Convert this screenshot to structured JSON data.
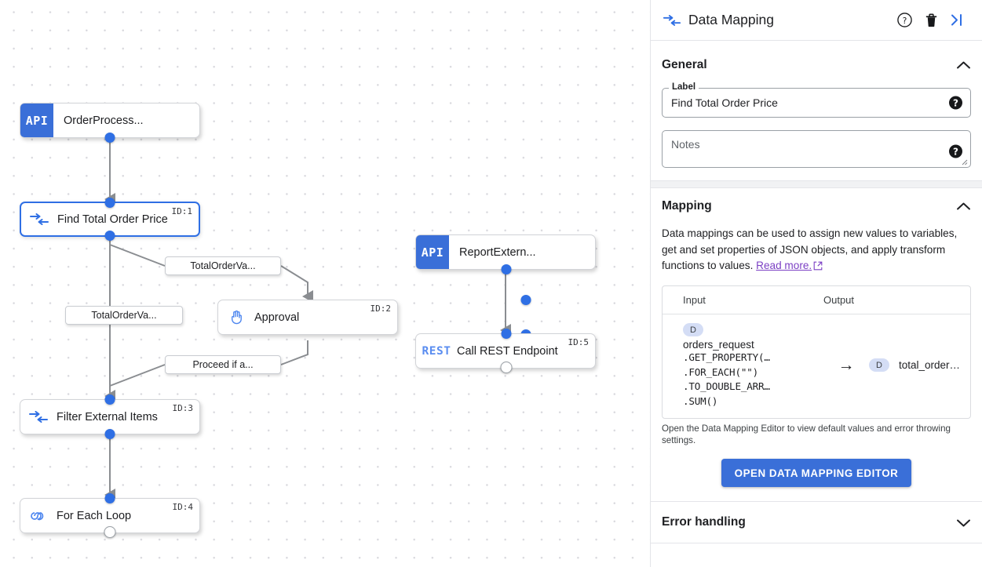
{
  "panel": {
    "icon": "data-mapping-icon",
    "title": "Data Mapping",
    "actions": [
      {
        "name": "help-icon",
        "label": "?"
      },
      {
        "name": "delete-icon",
        "label": "Delete"
      },
      {
        "name": "collapse-panel-icon",
        "label": "Collapse"
      }
    ],
    "general": {
      "title": "General",
      "collapse_state": "expanded",
      "label_field": {
        "legend": "Label",
        "value": "Find Total Order Price",
        "help": "?"
      },
      "notes_field": {
        "placeholder": "Notes",
        "value": "",
        "help": "?"
      }
    },
    "mapping": {
      "title": "Mapping",
      "collapse_state": "expanded",
      "description_part1": "Data mappings can be used to assign new values to variables, get and set properties of JSON objects, and apply transform functions to values. ",
      "read_more": "Read more.",
      "table": {
        "headers": [
          "Input",
          "Output"
        ],
        "rows": [
          {
            "input_chip": "D",
            "input_name": "orders_request",
            "input_expression": [
              ".GET_PROPERTY(…",
              ".FOR_EACH(\"\")",
              ".TO_DOUBLE_ARR…",
              ".SUM()"
            ],
            "arrow": "→",
            "output_chip": "D",
            "output_name": "total_order…"
          }
        ]
      },
      "footnote": "Open the Data Mapping Editor to view default values and error throwing settings.",
      "button": "OPEN DATA MAPPING EDITOR"
    },
    "error_handling": {
      "title": "Error handling",
      "collapse_state": "collapsed"
    }
  },
  "canvas": {
    "nodes": [
      {
        "name": "node-order-process",
        "badge": "API",
        "title": "OrderProcess...",
        "id_tag": ""
      },
      {
        "name": "node-find-total-order-price",
        "badge": "",
        "title": "Find Total Order Price",
        "id_tag": "ID:1",
        "selected": true
      },
      {
        "name": "node-approval",
        "badge": "",
        "title": "Approval",
        "id_tag": "ID:2"
      },
      {
        "name": "node-filter-external-items",
        "badge": "",
        "title": "Filter External Items",
        "id_tag": "ID:3"
      },
      {
        "name": "node-for-each-loop",
        "badge": "",
        "title": "For Each Loop",
        "id_tag": "ID:4"
      },
      {
        "name": "node-report-extern",
        "badge": "API",
        "title": "ReportExtern...",
        "id_tag": ""
      },
      {
        "name": "node-call-rest-endpoint",
        "badge": "REST",
        "title": "Call REST Endpoint",
        "id_tag": "ID:5"
      }
    ],
    "edge_labels": [
      {
        "name": "edge-label-total-order-va-1",
        "text": "TotalOrderVa..."
      },
      {
        "name": "edge-label-total-order-va-2",
        "text": "TotalOrderVa..."
      },
      {
        "name": "edge-label-proceed-if-a",
        "text": "Proceed if a..."
      }
    ]
  },
  "colors": {
    "accent_blue": "#2f6fe4",
    "badge_blue": "#3a6fd8",
    "link_purple": "#7b3fc4",
    "chip_blue": "#d4ddf5"
  }
}
